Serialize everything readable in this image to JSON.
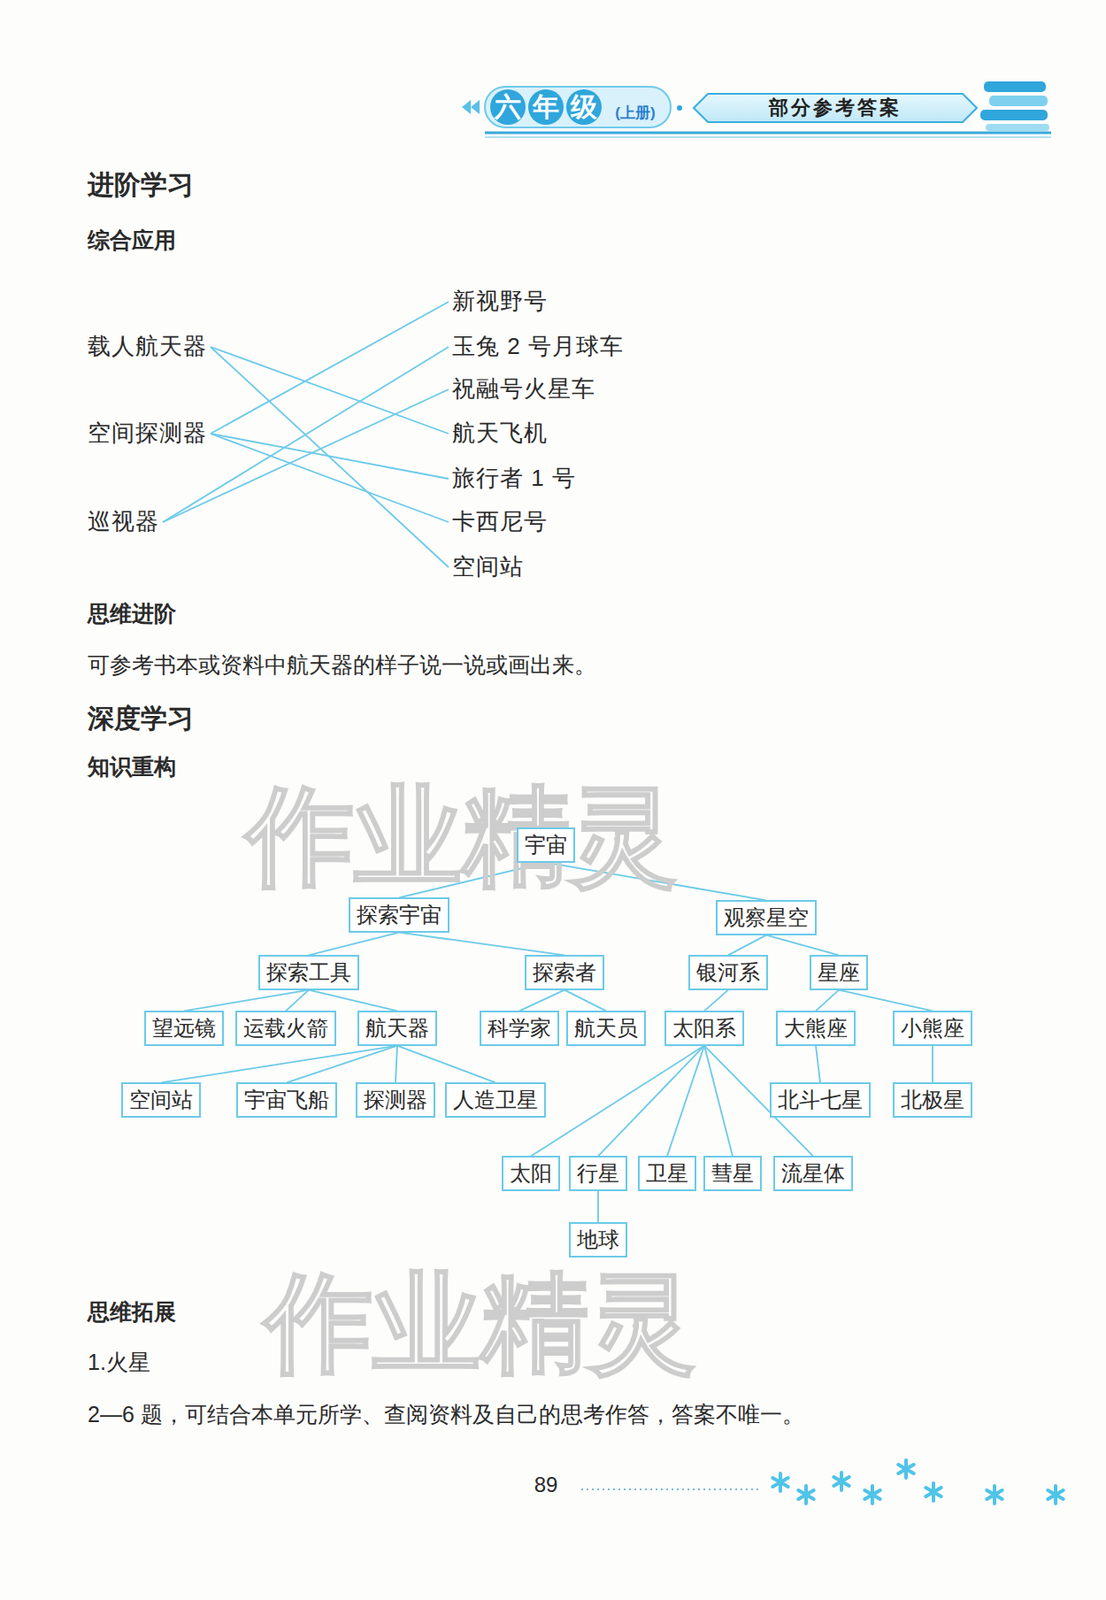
{
  "diagram": {
    "nodes": [
      {
        "text": [
          "载人航天器"
        ]
      },
      {
        "text": [
          "空间探测器"
        ]
      },
      {
        "text": [
          "巡视器"
        ]
      },
      {
        "text": [
          "新视野号"
        ]
      },
      {
        "text": [
          "玉兔 2 号月球车"
        ]
      },
      {
        "text": [
          "祝融号火星车"
        ]
      },
      {
        "text": [
          "航天飞机"
        ]
      },
      {
        "text": [
          "旅行者 1 号"
        ]
      },
      {
        "text": [
          "卡西尼号"
        ]
      },
      {
        "text": [
          "空间站"
        ]
      },
      {
        "text": [
          "宇宙"
        ]
      },
      {
        "text": [
          "探索宇宙"
        ]
      },
      {
        "text": [
          "观察星空"
        ]
      },
      {
        "text": [
          "探索工具"
        ]
      },
      {
        "text": [
          "探索者"
        ]
      },
      {
        "text": [
          "银河系"
        ]
      },
      {
        "text": [
          "星座"
        ]
      },
      {
        "text": [
          "望远镜"
        ]
      },
      {
        "text": [
          "运载火箭"
        ]
      },
      {
        "text": [
          "航天器"
        ]
      },
      {
        "text": [
          "科学家"
        ]
      },
      {
        "text": [
          "航天员"
        ]
      },
      {
        "text": [
          "太阳系"
        ]
      },
      {
        "text": [
          "大熊座"
        ]
      },
      {
        "text": [
          "小熊座"
        ]
      },
      {
        "text": [
          "空间站"
        ]
      },
      {
        "text": [
          "宇宙飞船"
        ]
      },
      {
        "text": [
          "探测器"
        ]
      },
      {
        "text": [
          "人造卫星"
        ]
      },
      {
        "text": [
          "北斗七星"
        ]
      },
      {
        "text": [
          "北极星"
        ]
      },
      {
        "text": [
          "太阳"
        ]
      },
      {
        "text": [
          "行星"
        ]
      },
      {
        "text": [
          "卫星"
        ]
      },
      {
        "text": [
          "彗星"
        ]
      },
      {
        "text": [
          "流星体"
        ]
      },
      {
        "text": [
          "地球"
        ]
      }
    ],
    "edges": [
      {
        "from": 0,
        "to": 6,
        "arrow": "none"
      },
      {
        "from": 0,
        "to": 9,
        "arrow": "none"
      },
      {
        "from": 1,
        "to": 3,
        "arrow": "none"
      },
      {
        "from": 1,
        "to": 7,
        "arrow": "none"
      },
      {
        "from": 1,
        "to": 8,
        "arrow": "none"
      },
      {
        "from": 2,
        "to": 4,
        "arrow": "none"
      },
      {
        "from": 2,
        "to": 5,
        "arrow": "none"
      },
      {
        "from": 10,
        "to": 11,
        "arrow": "none"
      },
      {
        "from": 10,
        "to": 12,
        "arrow": "none"
      },
      {
        "from": 11,
        "to": 13,
        "arrow": "none"
      },
      {
        "from": 11,
        "to": 14,
        "arrow": "none"
      },
      {
        "from": 12,
        "to": 15,
        "arrow": "none"
      },
      {
        "from": 12,
        "to": 16,
        "arrow": "none"
      },
      {
        "from": 13,
        "to": 17,
        "arrow": "none"
      },
      {
        "from": 13,
        "to": 18,
        "arrow": "none"
      },
      {
        "from": 13,
        "to": 19,
        "arrow": "none"
      },
      {
        "from": 14,
        "to": 20,
        "arrow": "none"
      },
      {
        "from": 14,
        "to": 21,
        "arrow": "none"
      },
      {
        "from": 15,
        "to": 22,
        "arrow": "none"
      },
      {
        "from": 16,
        "to": 23,
        "arrow": "none"
      },
      {
        "from": 16,
        "to": 24,
        "arrow": "none"
      },
      {
        "from": 19,
        "to": 25,
        "arrow": "none"
      },
      {
        "from": 19,
        "to": 26,
        "arrow": "none"
      },
      {
        "from": 19,
        "to": 27,
        "arrow": "none"
      },
      {
        "from": 19,
        "to": 28,
        "arrow": "none"
      },
      {
        "from": 23,
        "to": 29,
        "arrow": "none"
      },
      {
        "from": 24,
        "to": 30,
        "arrow": "none"
      },
      {
        "from": 22,
        "to": 31,
        "arrow": "none"
      },
      {
        "from": 22,
        "to": 32,
        "arrow": "none"
      },
      {
        "from": 22,
        "to": 33,
        "arrow": "none"
      },
      {
        "from": 22,
        "to": 34,
        "arrow": "none"
      },
      {
        "from": 22,
        "to": 35,
        "arrow": "none"
      },
      {
        "from": 32,
        "to": 36,
        "arrow": "none"
      }
    ],
    "labels": [
      "六年级",
      "(上册)",
      "部分参考答案",
      "进阶学习",
      "综合应用",
      "思维进阶",
      "可参考书本或资料中航天器的样子说一说或画出来。",
      "深度学习",
      "知识重构",
      "作业精灵",
      "思维拓展",
      "1.火星",
      "2—6 题，可结合本单元所学、查阅资料及自己的思考作答，答案不唯一。",
      "作业精灵",
      "89"
    ]
  }
}
